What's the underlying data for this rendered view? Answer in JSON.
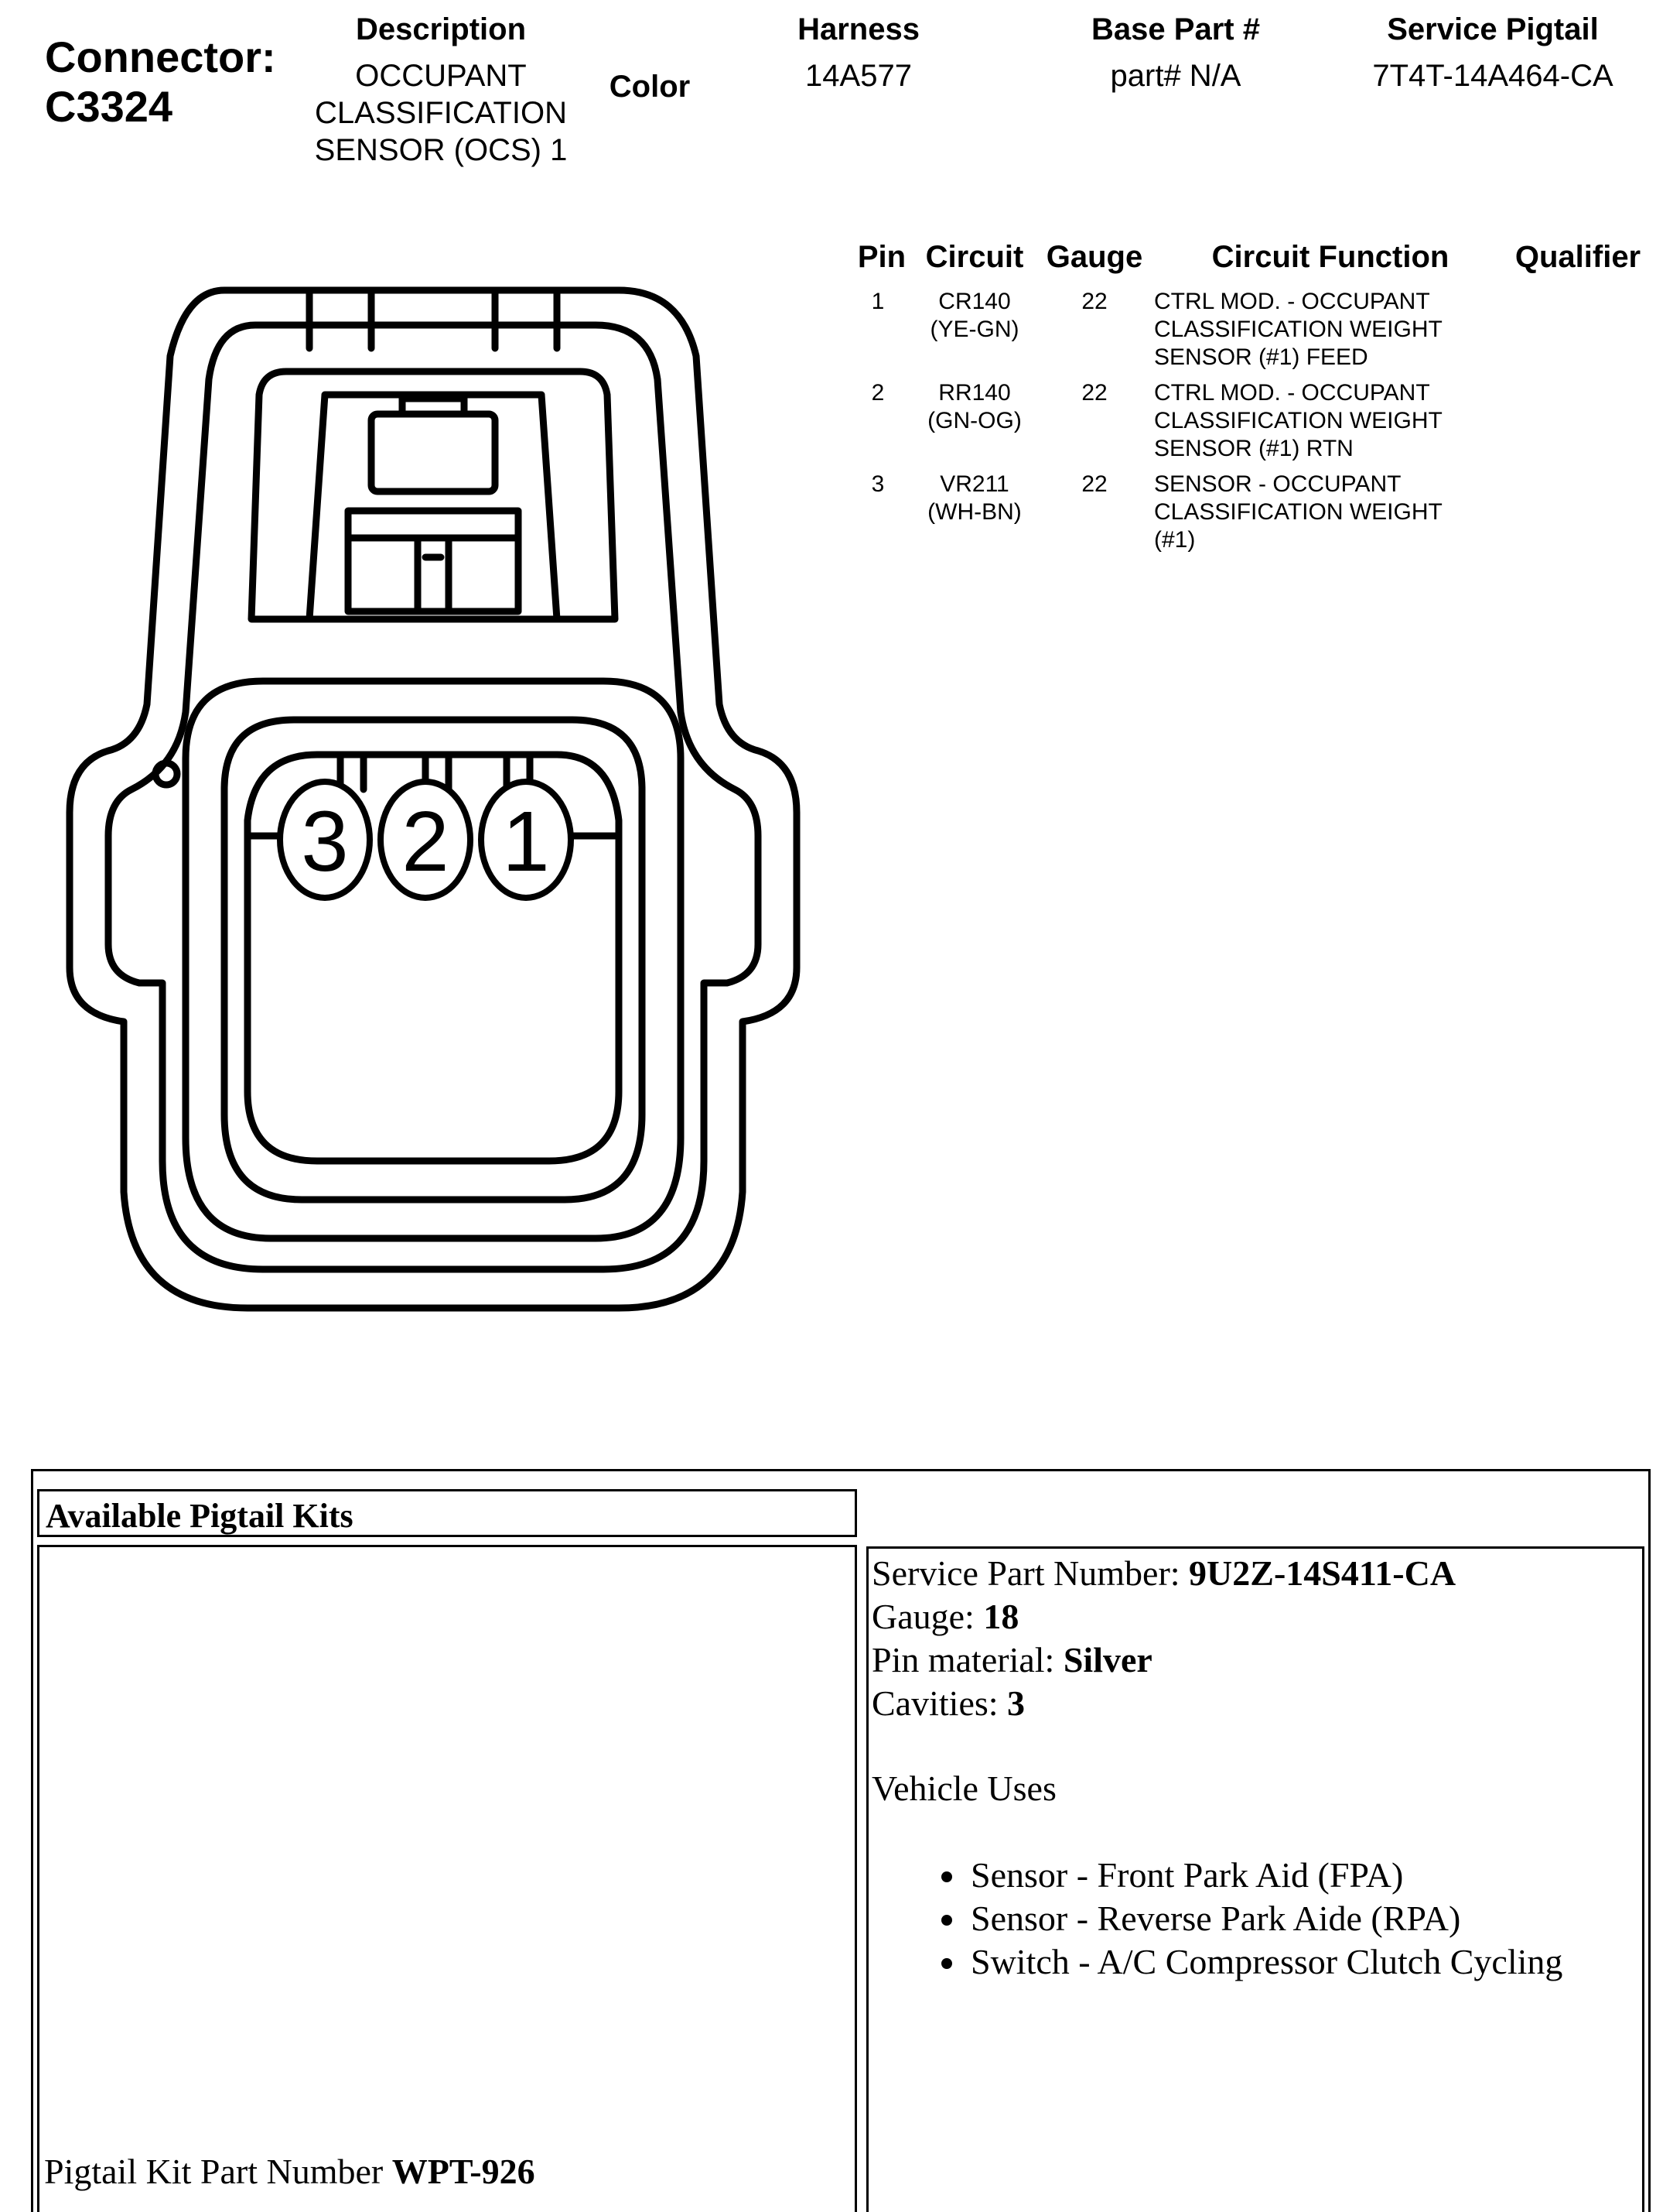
{
  "connector": {
    "label": "Connector:",
    "id": "C3324"
  },
  "header": {
    "description_label": "Description",
    "description_lines": [
      "OCCUPANT",
      "CLASSIFICATION",
      "SENSOR (OCS) 1"
    ],
    "color_label": "Color",
    "harness_label": "Harness",
    "harness_value": "14A577",
    "base_part_label": "Base Part #",
    "base_part_value": "part# N/A",
    "service_pigtail_label": "Service Pigtail",
    "service_pigtail_value": "7T4T-14A464-CA"
  },
  "pin_table": {
    "headers": {
      "pin": "Pin",
      "circuit": "Circuit",
      "gauge": "Gauge",
      "circuit_function": "Circuit Function",
      "qualifier": "Qualifier"
    },
    "rows": [
      {
        "pin": "1",
        "circuit": [
          "CR140",
          "(YE-GN)"
        ],
        "gauge": "22",
        "function": [
          "CTRL MOD. - OCCUPANT",
          "CLASSIFICATION WEIGHT",
          "SENSOR (#1) FEED"
        ]
      },
      {
        "pin": "2",
        "circuit": [
          "RR140",
          "(GN-OG)"
        ],
        "gauge": "22",
        "function": [
          "CTRL MOD. - OCCUPANT",
          "CLASSIFICATION WEIGHT",
          "SENSOR (#1) RTN"
        ]
      },
      {
        "pin": "3",
        "circuit": [
          "VR211",
          "(WH-BN)"
        ],
        "gauge": "22",
        "function": [
          "SENSOR - OCCUPANT",
          "CLASSIFICATION WEIGHT",
          "(#1)"
        ]
      }
    ]
  },
  "diagram": {
    "pin_labels": [
      "3",
      "2",
      "1"
    ]
  },
  "pigtail": {
    "title": "Available Pigtail Kits",
    "kit_part_label": "Pigtail Kit Part Number ",
    "kit_part_value": "WPT-926",
    "service_part_label": "Service Part Number: ",
    "service_part_value": "9U2Z-14S411-CA",
    "gauge_label": "Gauge: ",
    "gauge_value": "18",
    "pin_material_label": "Pin material: ",
    "pin_material_value": "Silver",
    "cavities_label": "Cavities: ",
    "cavities_value": "3",
    "vehicle_uses_label": "Vehicle Uses",
    "vehicle_uses": [
      "Sensor - Front Park Aid (FPA)",
      "Sensor - Reverse Park Aide (RPA)",
      "Switch - A/C Compressor Clutch Cycling"
    ]
  }
}
